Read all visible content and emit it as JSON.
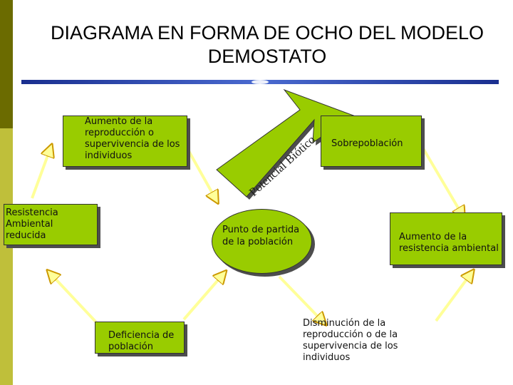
{
  "title": "DIAGRAMA EN FORMA DE OCHO DEL MODELO DEMOSTATO",
  "nodes": {
    "aumento_reproduccion": "Aumento de la reproducción o supervivencia de los individuos",
    "sobrepoblacion": "Sobrepoblación",
    "resistencia_reducida": "Resistencia Ambiental reducida",
    "punto_partida": "Punto de partida de la población",
    "aumento_resistencia": "Aumento de la resistencia ambiental",
    "deficiencia": "Deficiencia de población",
    "disminucion": "Disminución de la reproducción o de la supervivencia de los individuos"
  },
  "potencial_label": "Potencial Biótico",
  "colors": {
    "box_fill": "#99cc00",
    "arrow_fill": "#ffff99",
    "arrow_stroke": "#cc9900",
    "strip_dark": "#6b6b00",
    "strip_light": "#bfbf3a"
  }
}
